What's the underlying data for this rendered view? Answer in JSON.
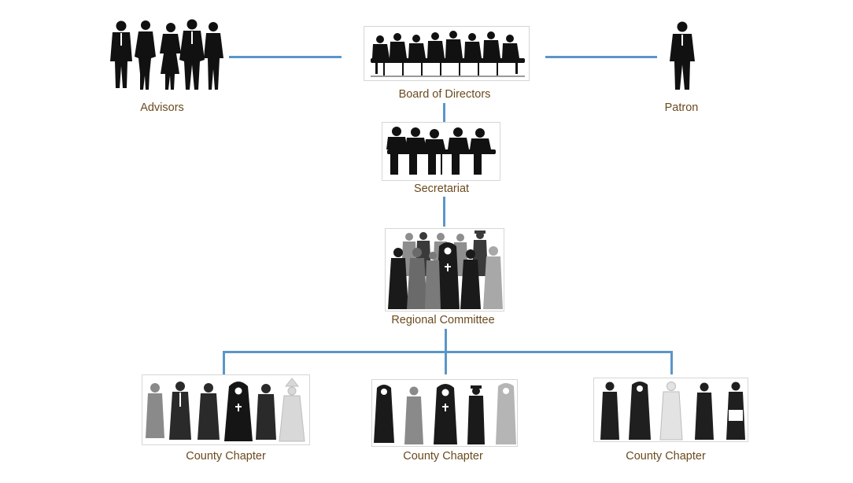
{
  "diagram": {
    "nodes": {
      "advisors": {
        "label": "Advisors",
        "icon": "business-people-group-icon"
      },
      "board": {
        "label": "Board of Directors",
        "icon": "boardroom-meeting-icon"
      },
      "patron": {
        "label": "Patron",
        "icon": "businessman-silhouette-icon"
      },
      "secretariat": {
        "label": "Secretariat",
        "icon": "office-meeting-icon"
      },
      "regional": {
        "label": "Regional Committee",
        "icon": "religious-leaders-group-icon"
      },
      "chapters": [
        {
          "label": "County Chapter",
          "icon": "clergy-group-icon"
        },
        {
          "label": "County Chapter",
          "icon": "interfaith-group-icon"
        },
        {
          "label": "County Chapter",
          "icon": "faith-leaders-group-icon"
        }
      ]
    },
    "colors": {
      "connector": "#5b96c8",
      "label": "#6b4a1e",
      "silhouette": "#111111"
    }
  }
}
